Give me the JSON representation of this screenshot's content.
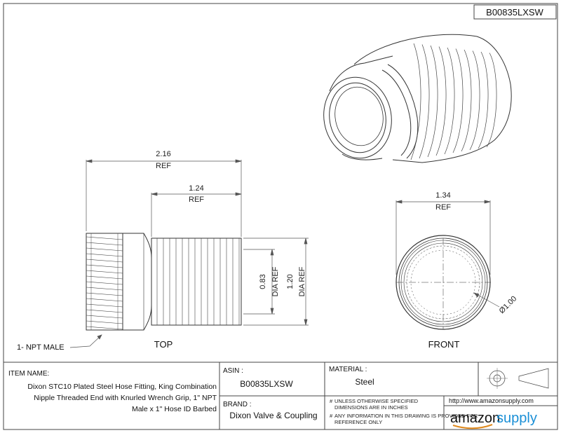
{
  "sheet": {
    "part_id": "B00835LXSW"
  },
  "dimensions": {
    "overall_length": "2.16",
    "overall_length_note": "REF",
    "barb_length": "1.24",
    "barb_length_note": "REF",
    "inner_dia": "0.83",
    "inner_dia_note": "DIA REF",
    "outer_dia": "1.20",
    "outer_dia_note": "DIA REF",
    "front_width": "1.34",
    "front_width_note": "REF",
    "front_circle": "Ø1.00"
  },
  "views": {
    "top": "TOP",
    "front": "FRONT",
    "callout": "1- NPT MALE"
  },
  "title_block": {
    "item_name_label": "ITEM NAME:",
    "item_name_lines": [
      "Dixon STC10 Plated Steel Hose Fitting, King Combination",
      "Nipple Threaded End with Knurled Wrench Grip, 1\" NPT",
      "Male x 1\" Hose ID Barbed"
    ],
    "asin_label": "ASIN :",
    "asin_value": "B00835LXSW",
    "material_label": "MATERIAL :",
    "material_value": "Steel",
    "brand_label": "BRAND :",
    "brand_value": "Dixon Valve & Coupling",
    "note1": "UNLESS OTHERWISE SPECIFIED",
    "note2": "DIMENSIONS ARE IN INCHES",
    "note3": "ANY INFORMATION IN THIS DRAWING IS PROVIDED FOR",
    "note4": "REFERENCE ONLY",
    "url": "http://www.amazonsupply.com",
    "logo_amazon": "amazon",
    "logo_supply": "supply"
  },
  "colors": {
    "line": "#333333",
    "logo_blue": "#1a8fd6"
  }
}
